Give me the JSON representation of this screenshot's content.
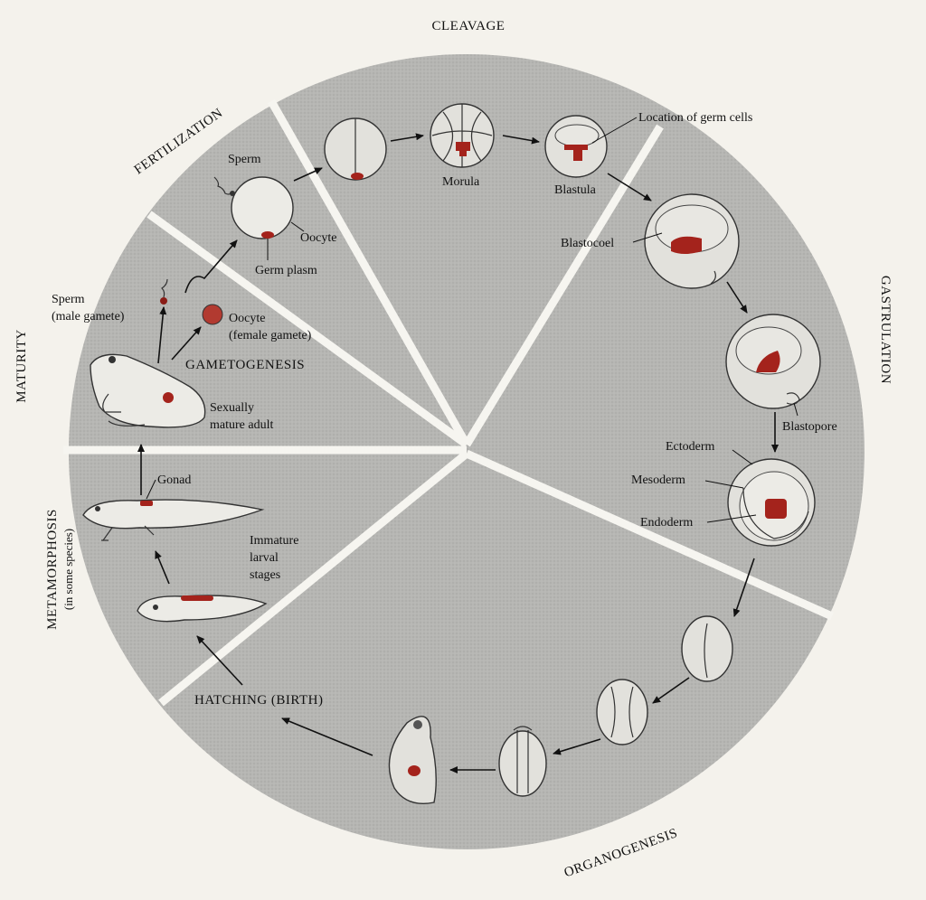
{
  "stages": {
    "cleavage": "CLEAVAGE",
    "fertilization": "FERTILIZATION",
    "gastrulation": "GASTRULATION",
    "organogenesis": "ORGANOGENESIS",
    "maturity": "MATURITY",
    "metamorphosis": "METAMORPHOSIS",
    "metamorphosis_note": "(in some species)",
    "hatching": "HATCHING (BIRTH)",
    "gametogenesis": "GAMETOGENESIS"
  },
  "labels": {
    "sperm_fert": "Sperm",
    "oocyte_fert": "Oocyte",
    "germ_plasm": "Germ plasm",
    "morula": "Morula",
    "blastula": "Blastula",
    "germ_cells": "Location of germ cells",
    "blastocoel": "Blastocoel",
    "blastopore": "Blastopore",
    "ectoderm": "Ectoderm",
    "mesoderm": "Mesoderm",
    "endoderm": "Endoderm",
    "sperm_male": "Sperm",
    "male_gamete": "(male gamete)",
    "oocyte_female": "Oocyte",
    "female_gamete": "(female gamete)",
    "sexually": "Sexually",
    "mature_adult": "mature adult",
    "gonad": "Gonad",
    "immature": "Immature",
    "larval": "larval",
    "stages_word": "stages"
  },
  "colors": {
    "disc": "#b9b9b6",
    "divider": "#f6f5f0",
    "germ_plasm": "#a4231c",
    "background": "#f4f2ec"
  }
}
